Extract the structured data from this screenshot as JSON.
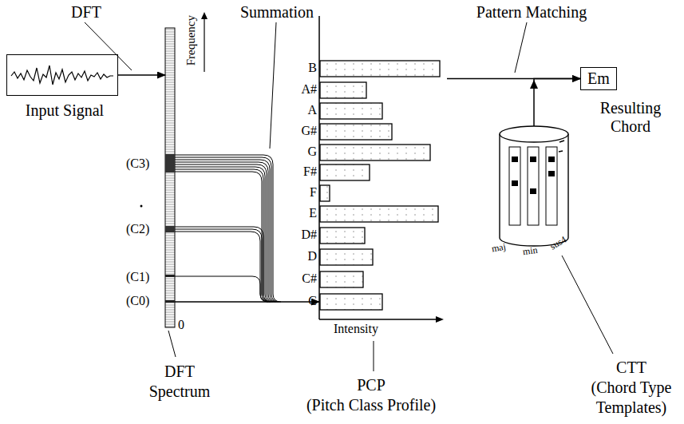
{
  "diagram": {
    "nodes": [
      {
        "text": [
          "Input Signal"
        ]
      },
      {
        "text": [
          "DFT Spectrum"
        ]
      },
      {
        "text": [
          "PCP (Pitch Class Profile)"
        ]
      },
      {
        "text": [
          "Em"
        ]
      },
      {
        "text": [
          "CTT (Chord Type Templates)"
        ]
      }
    ],
    "edges": [
      {
        "from": 0,
        "to": 1,
        "arrow": "to",
        "label": "DFT"
      },
      {
        "from": 1,
        "to": 2,
        "arrow": "to",
        "label": "Summation"
      },
      {
        "from": 2,
        "to": 3,
        "arrow": "to",
        "label": "Pattern Matching"
      },
      {
        "from": 4,
        "to": 3,
        "arrow": "to"
      }
    ],
    "labels": [
      "Frequency",
      "(C3)",
      "(C2)",
      "(C1)",
      "(C0)",
      "0",
      "B",
      "A#",
      "A",
      "G#",
      "G",
      "F#",
      "F",
      "E",
      "D#",
      "D",
      "C#",
      "C",
      "Intensity",
      "Resulting Chord",
      "maj",
      "min",
      "sus4"
    ]
  }
}
